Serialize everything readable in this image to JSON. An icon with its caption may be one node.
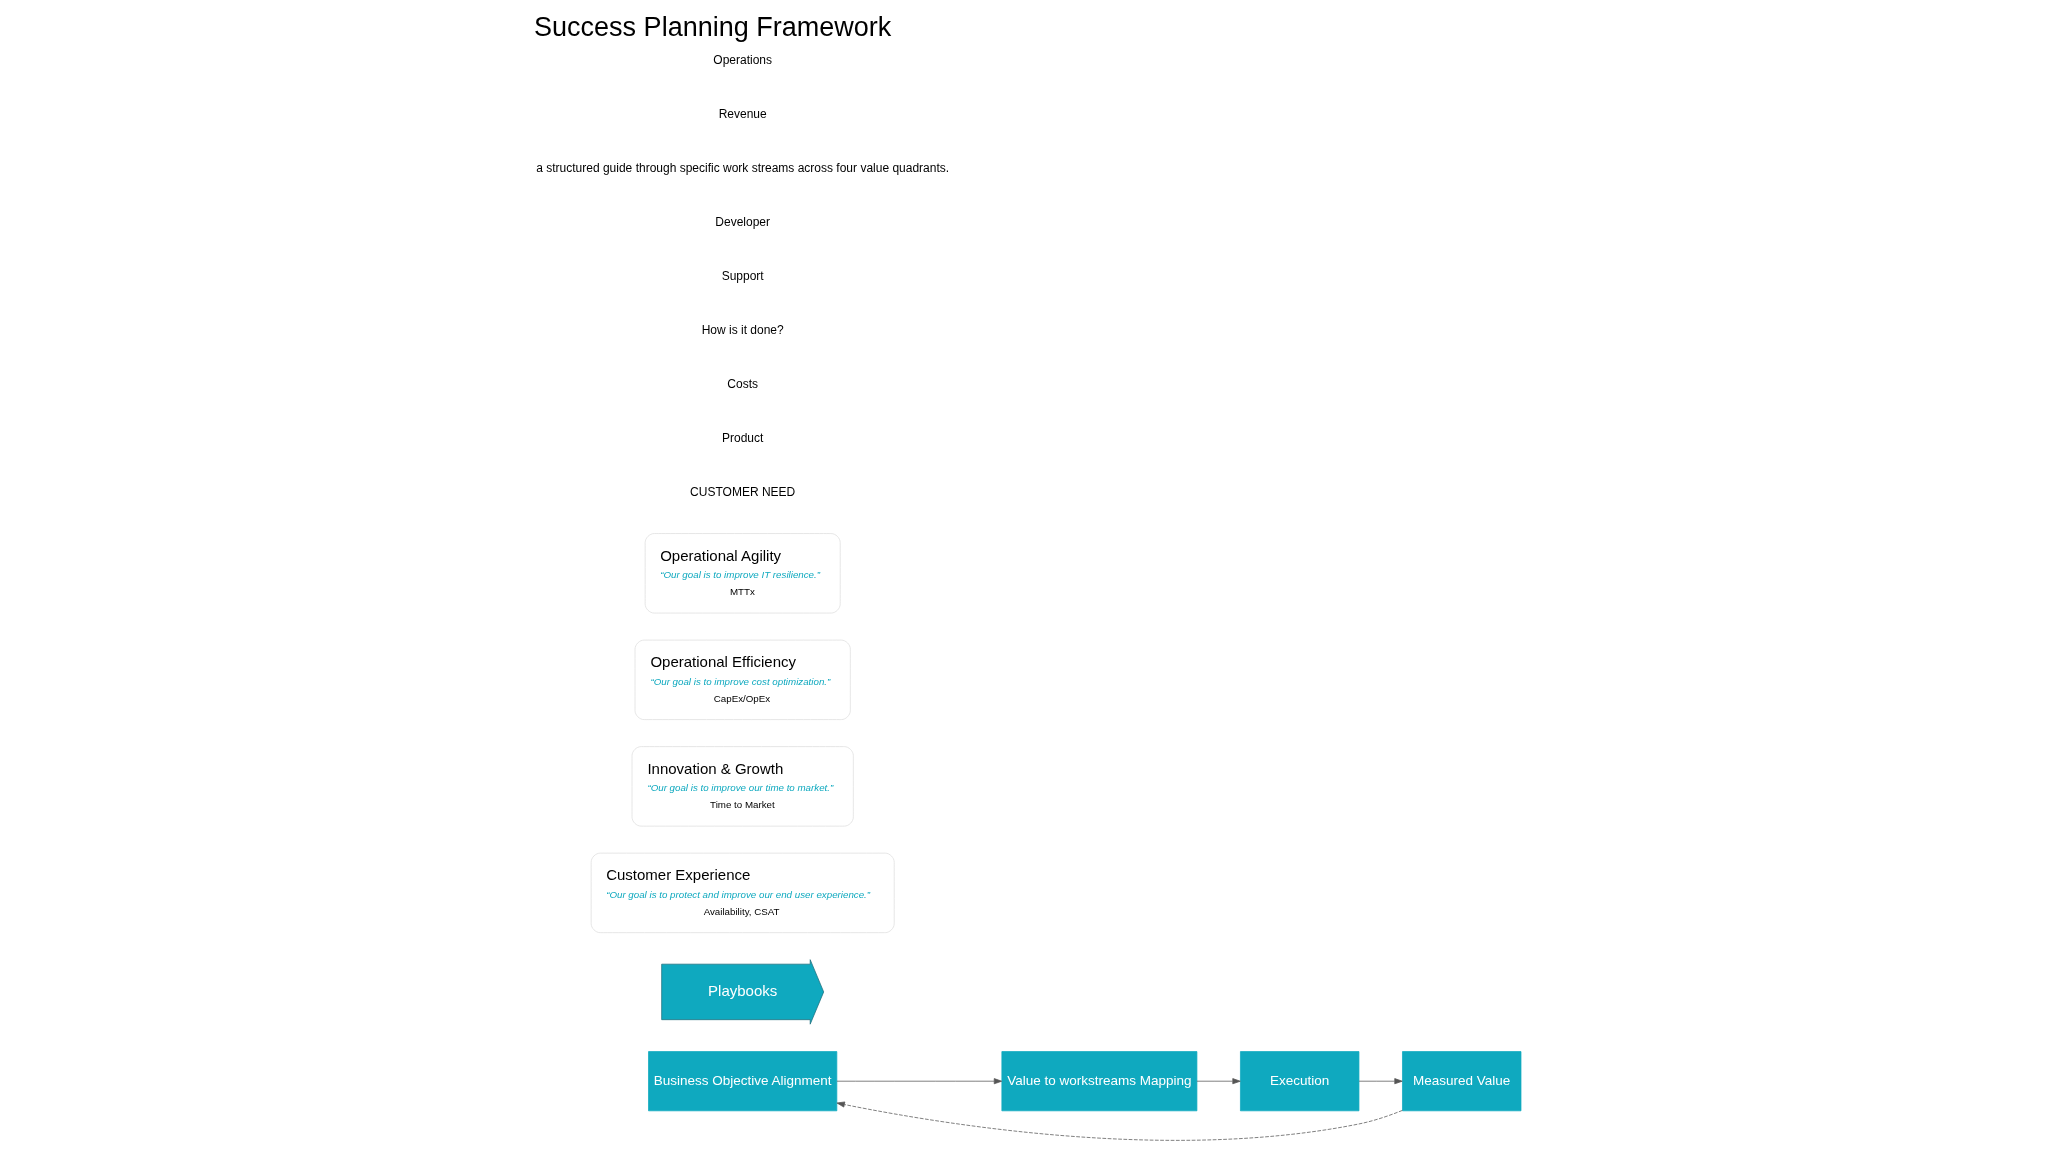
{
  "diagram": {
    "title": "Success Planning Framework",
    "nodes": [
      {
        "text": [
          "Business Objective Alignment"
        ]
      },
      {
        "text": [
          "Value to workstreams Mapping"
        ]
      },
      {
        "text": [
          "Execution"
        ]
      },
      {
        "text": [
          "Measured Value"
        ]
      },
      {
        "text": [
          "Playbooks"
        ]
      },
      {
        "text": [
          "Customer Experience",
          "“Our goal is to protect and improve our end user experience.”",
          "Availability, CSAT"
        ]
      },
      {
        "text": [
          "Innovation & Growth",
          "“Our goal is to improve our time to market.”",
          "Time to Market"
        ]
      },
      {
        "text": [
          "Operational Efficiency",
          "“Our goal is to improve cost optimization.”",
          "CapEx/OpEx"
        ]
      },
      {
        "text": [
          "Operational Agility",
          "“Our goal is to improve IT resilience.”",
          "MTTx"
        ]
      }
    ],
    "edges": [
      {
        "from": 0,
        "to": 1,
        "arrow": "to"
      },
      {
        "from": 1,
        "to": 2,
        "arrow": "to"
      },
      {
        "from": 2,
        "to": 3,
        "arrow": "to"
      },
      {
        "from": 3,
        "to": 0,
        "arrow": "to",
        "style": "dashed"
      }
    ],
    "labels": [
      "CUSTOMER NEED",
      "Product",
      "Costs",
      "How is it done?",
      "Support",
      "Developer",
      "a structured guide through specific work streams across four value quadrants.",
      "Revenue",
      "Operations"
    ]
  }
}
